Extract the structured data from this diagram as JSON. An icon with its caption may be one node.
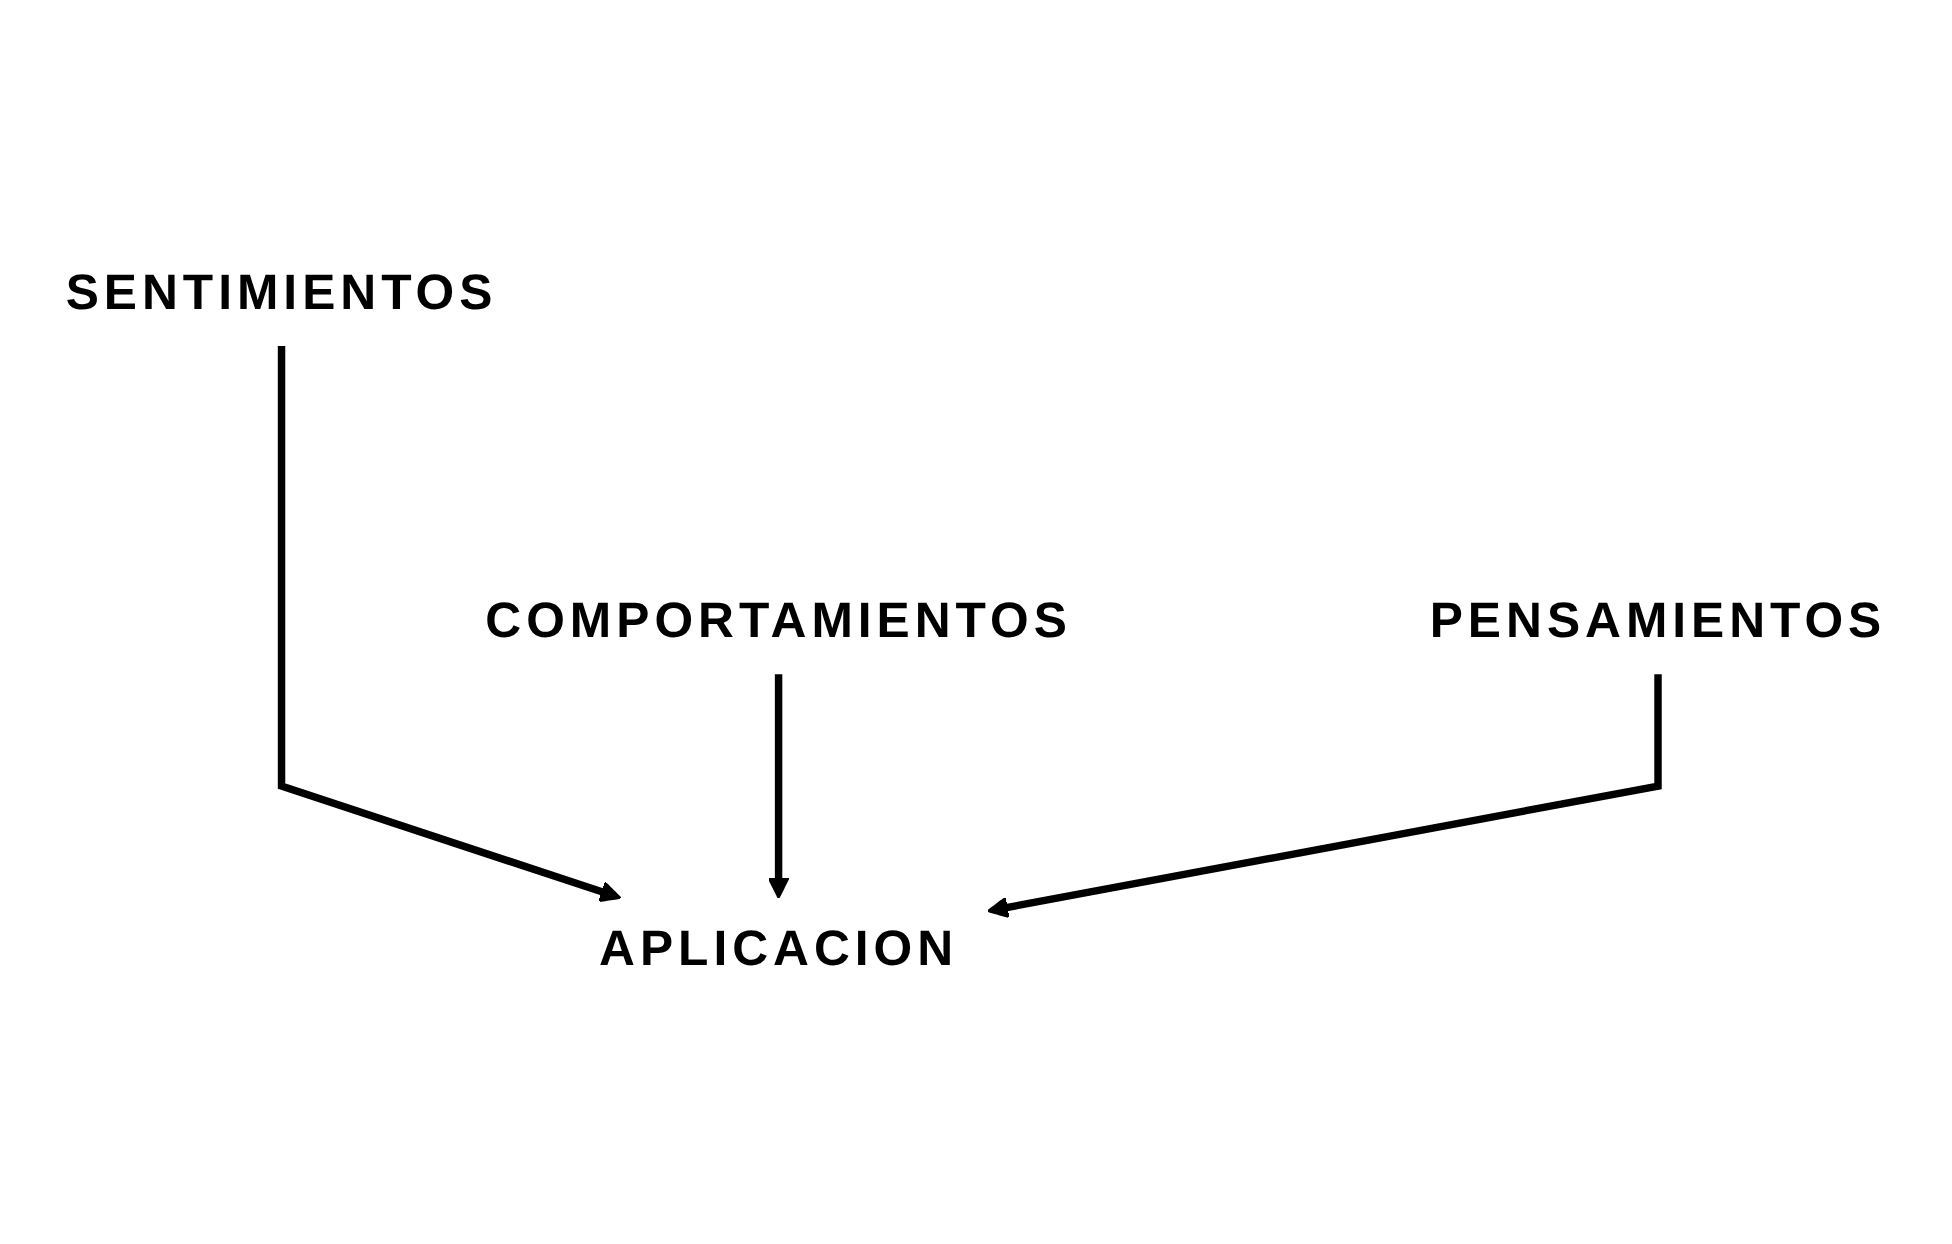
{
  "diagram": {
    "nodes": [
      {
        "text": [
          "SENTIMIENTOS"
        ]
      },
      {
        "text": [
          "COMPORTAMIENTOS"
        ]
      },
      {
        "text": [
          "PENSAMIENTOS"
        ]
      },
      {
        "text": [
          "APLICACION"
        ]
      }
    ],
    "edges": [
      {
        "from": 0,
        "to": 3,
        "arrow": "to"
      },
      {
        "from": 1,
        "to": 3,
        "arrow": "to"
      },
      {
        "from": 2,
        "to": 3,
        "arrow": "to"
      }
    ]
  }
}
